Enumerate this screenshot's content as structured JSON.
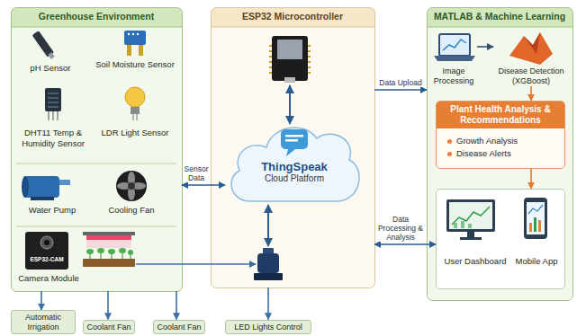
{
  "diagram": {
    "nodes": [
      {
        "text": [
          "Greenhouse Environment"
        ]
      },
      {
        "text": [
          "pH Sensor"
        ],
        "in": 0
      },
      {
        "text": [
          "Soil Moisture Sensor"
        ],
        "in": 0
      },
      {
        "text": [
          "DHT11 Temp & Humidity Sensor"
        ],
        "in": 0
      },
      {
        "text": [
          "LDR Light Sensor"
        ],
        "in": 0
      },
      {
        "text": [
          "Water Pump"
        ],
        "in": 0
      },
      {
        "text": [
          "Cooling Fan"
        ],
        "in": 0
      },
      {
        "text": [
          "Camera Module"
        ],
        "in": 0
      },
      {
        "text": [
          "ESP32 Microcontroller"
        ]
      },
      {
        "text": [
          "ThingSpeak",
          "Cloud Platform"
        ],
        "in": 8
      },
      {
        "text": [
          "MATLAB & Machine Learning"
        ]
      },
      {
        "text": [
          "Image Processing"
        ],
        "in": 10
      },
      {
        "text": [
          "Disease Detection (XGBoost)"
        ],
        "in": 10
      },
      {
        "text": [
          "Plant Health Analysis & Recommendations",
          "Growth Analysis",
          "Disease Alerts"
        ],
        "in": 10
      },
      {
        "text": [
          "User Dashboard",
          "Mobile App"
        ],
        "in": 10
      },
      {
        "text": [
          "Automatic Irrigation"
        ]
      },
      {
        "text": [
          "Coolant Fan"
        ]
      },
      {
        "text": [
          "Coolant Fan"
        ]
      },
      {
        "text": [
          "LED Lights Control"
        ]
      }
    ],
    "edges": [
      {
        "from": 0,
        "to": 9,
        "label": "Sensor Data",
        "arrow": "both"
      },
      {
        "from": 8,
        "to": 10,
        "label": "Data Upload",
        "arrow": "to"
      },
      {
        "from": 8,
        "to": 14,
        "label": "Data Processing & Analysis",
        "arrow": "both"
      },
      {
        "from": 11,
        "to": 12,
        "arrow": "to"
      },
      {
        "from": 12,
        "to": 13,
        "arrow": "to"
      },
      {
        "from": 13,
        "to": 14,
        "arrow": "to"
      },
      {
        "from": 0,
        "to": 15,
        "arrow": "to"
      },
      {
        "from": 0,
        "to": 16,
        "arrow": "to"
      },
      {
        "from": 0,
        "to": 17,
        "arrow": "to"
      },
      {
        "from": 8,
        "to": 18,
        "arrow": "to"
      }
    ],
    "labels": [
      "ESP32-CAM"
    ]
  }
}
